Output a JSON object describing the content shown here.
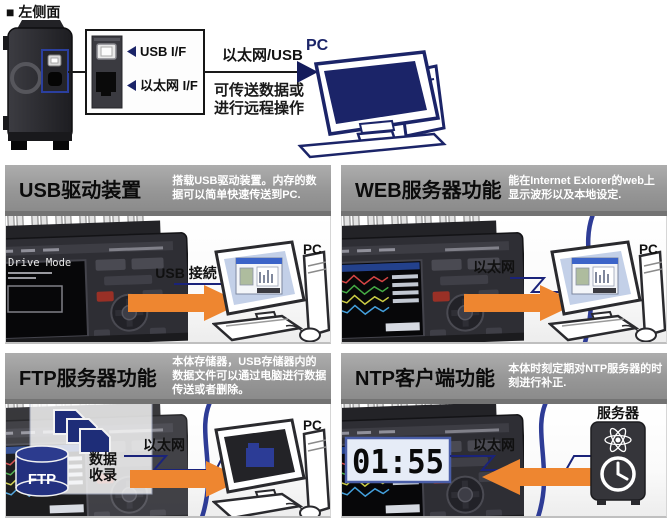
{
  "top": {
    "section_label": "■ 左侧面",
    "usb_if_label": "USB I/F",
    "lan_if_label": "以太网 I/F",
    "connection_label": "以太网/USB",
    "description_line1": "可传送数据或",
    "description_line2": "进行远程操作",
    "pc_label": "PC"
  },
  "panels": {
    "usb": {
      "title": "USB驱动装置",
      "description": "搭载USB驱动装置。内存的数据可以简单快速传送到PC.",
      "connection_label": "USB 接続",
      "device_screen_text": "Drive Mode",
      "pc_label": "PC"
    },
    "web": {
      "title": "WEB服务器功能",
      "description": "能在Internet Exlorer的web上显示波形以及本地设定.",
      "connection_label": "以太网",
      "pc_label": "PC"
    },
    "ftp": {
      "title": "FTP服务器功能",
      "description": "本体存储器，USB存储器内的数据文件可以通过电脑进行数据传送或者删除。",
      "connection_label": "以太网",
      "ftp_label": "FTP",
      "data_label_line1": "数据",
      "data_label_line2": "收录",
      "pc_label": "PC"
    },
    "ntp": {
      "title": "NTP客户端功能",
      "description": "本体时刻定期对NTP服务器的时刻进行补正.",
      "connection_label": "以太网",
      "clock_value": "01:55",
      "server_label": "服务器"
    }
  },
  "colors": {
    "navy": "#1b2468",
    "line_navy": "#1a237a",
    "curve_navy": "#2e3c96",
    "orange": "#ee8630",
    "header_gray": "#979797"
  }
}
